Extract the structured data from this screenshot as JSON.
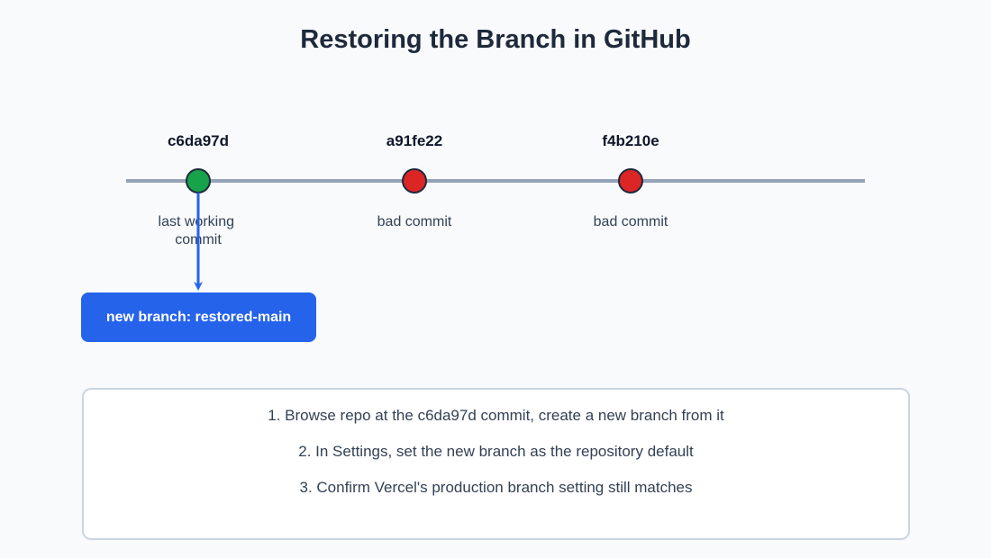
{
  "title": "Restoring the Branch in GitHub",
  "commits": [
    {
      "hash": "c6da97d",
      "note": [
        "last working",
        "commit"
      ],
      "status": "good"
    },
    {
      "hash": "a91fe22",
      "note": [
        "bad commit"
      ],
      "status": "bad"
    },
    {
      "hash": "f4b210e",
      "note": [
        "bad commit"
      ],
      "status": "bad"
    }
  ],
  "branch_button": {
    "label": "new branch: restored-main"
  },
  "steps": [
    "1. Browse repo at the c6da97d commit, create a new branch from it",
    "2. In Settings, set the new branch as the repository default",
    "3. Confirm Vercel's production branch setting still matches"
  ],
  "colors": {
    "good": "#16a34a",
    "bad": "#dc2626",
    "timeline": "#94a3b8",
    "accent": "#2563eb"
  }
}
